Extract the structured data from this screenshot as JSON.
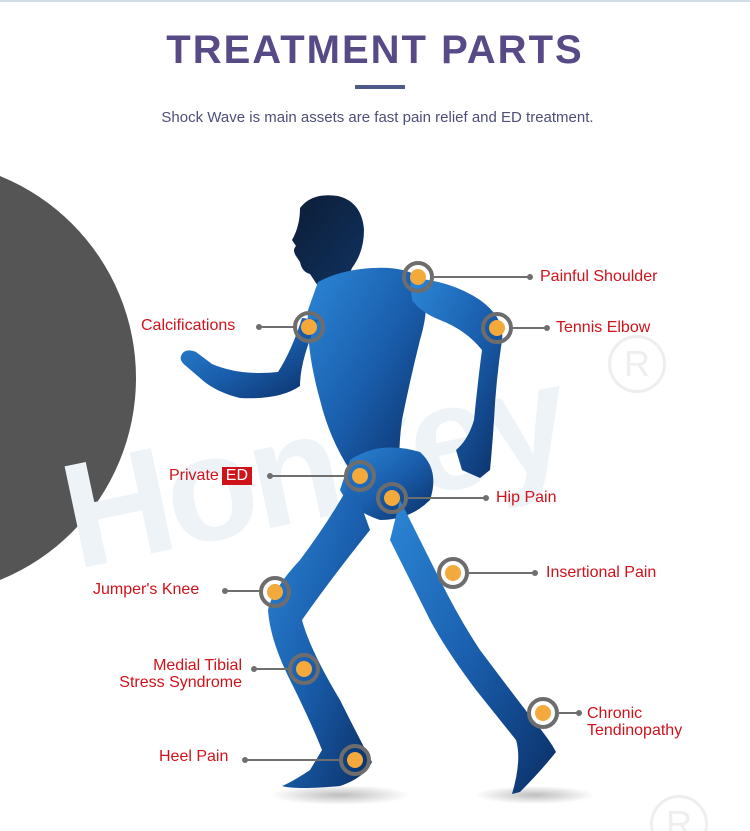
{
  "header": {
    "title": "TREATMENT PARTS",
    "subtitle": "Shock Wave is main assets are fast pain relief and ED treatment."
  },
  "watermark": {
    "text": "Honkey",
    "registered_mark": "R"
  },
  "colors": {
    "title": "#574a87",
    "underline": "#4c5a8a",
    "label": "#d0121b",
    "hotspot_ring": "#6d6d6d",
    "hotspot_core": "#f4a93c",
    "figure_blue": "#1d63b5",
    "half_circle": "#555555"
  },
  "callouts": [
    {
      "id": "painful-shoulder",
      "label": "Painful Shoulder",
      "side": "right"
    },
    {
      "id": "calcifications",
      "label": "Calcifications",
      "side": "left"
    },
    {
      "id": "tennis-elbow",
      "label": "Tennis Elbow",
      "side": "right"
    },
    {
      "id": "private-ed",
      "label": "Private",
      "badge": "ED",
      "side": "left"
    },
    {
      "id": "hip-pain",
      "label": "Hip Pain",
      "side": "right"
    },
    {
      "id": "insertional-pain",
      "label": "Insertional Pain",
      "side": "right"
    },
    {
      "id": "jumpers-knee",
      "label": "Jumper's Knee",
      "side": "left"
    },
    {
      "id": "medial-tibial",
      "label_line1": "Medial Tibial",
      "label_line2": "Stress Syndrome",
      "side": "left"
    },
    {
      "id": "chronic-tendinopathy",
      "label_line1": "Chronic",
      "label_line2": "Tendinopathy",
      "side": "right"
    },
    {
      "id": "heel-pain",
      "label": "Heel Pain",
      "side": "left"
    }
  ]
}
